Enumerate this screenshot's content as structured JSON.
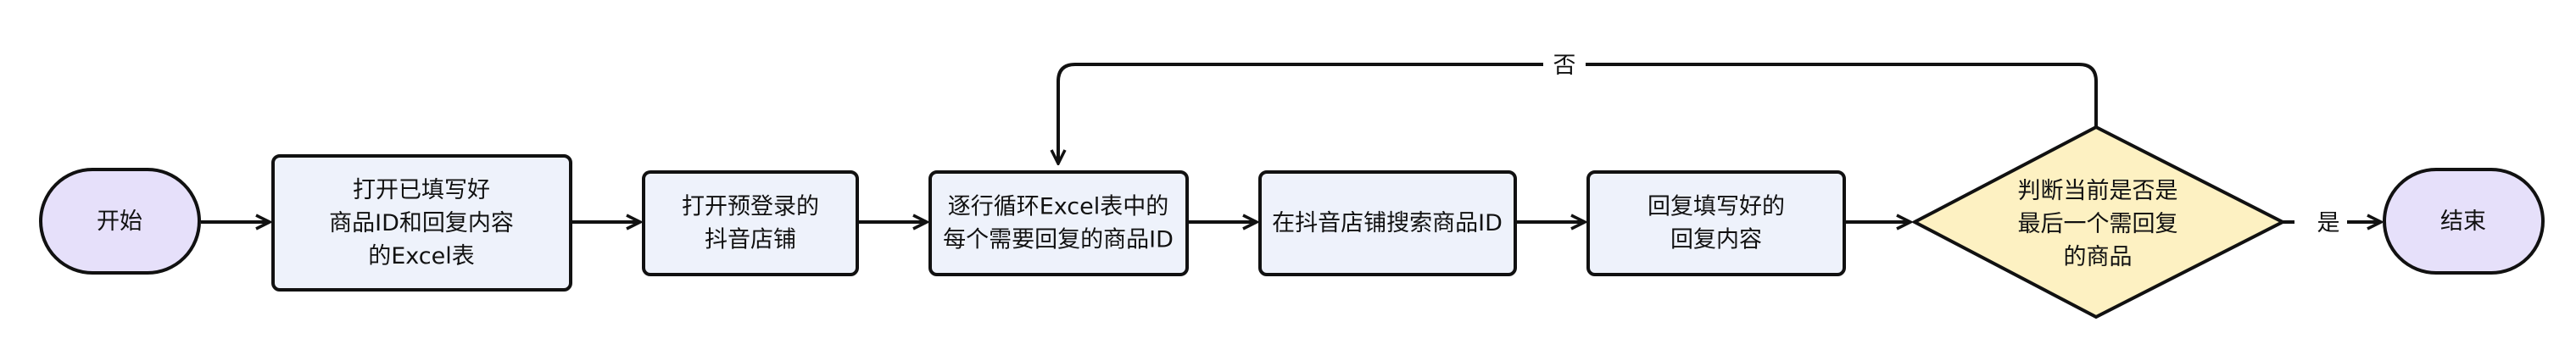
{
  "colors": {
    "terminal_fill": "#e6e0fa",
    "process_fill": "#eef2fb",
    "decision_fill": "#fdf1c2",
    "stroke": "#111111",
    "text": "#111111"
  },
  "nodes": {
    "start": {
      "lines": [
        "开始"
      ]
    },
    "open_excel": {
      "lines": [
        "打开已填写好",
        "商品ID和回复内容",
        "的Excel表"
      ]
    },
    "open_store": {
      "lines": [
        "打开预登录的",
        "抖音店铺"
      ]
    },
    "loop_ids": {
      "lines": [
        "逐行循环Excel表中的",
        "每个需要回复的商品ID"
      ]
    },
    "search_id": {
      "lines": [
        "在抖音店铺搜索商品ID"
      ]
    },
    "reply": {
      "lines": [
        "回复填写好的",
        "回复内容"
      ]
    },
    "check_last": {
      "lines": [
        "判断当前是否是",
        "最后一个需回复",
        "的商品"
      ]
    },
    "end": {
      "lines": [
        "结束"
      ]
    }
  },
  "edges": {
    "no_label": "否",
    "yes_label": "是"
  }
}
